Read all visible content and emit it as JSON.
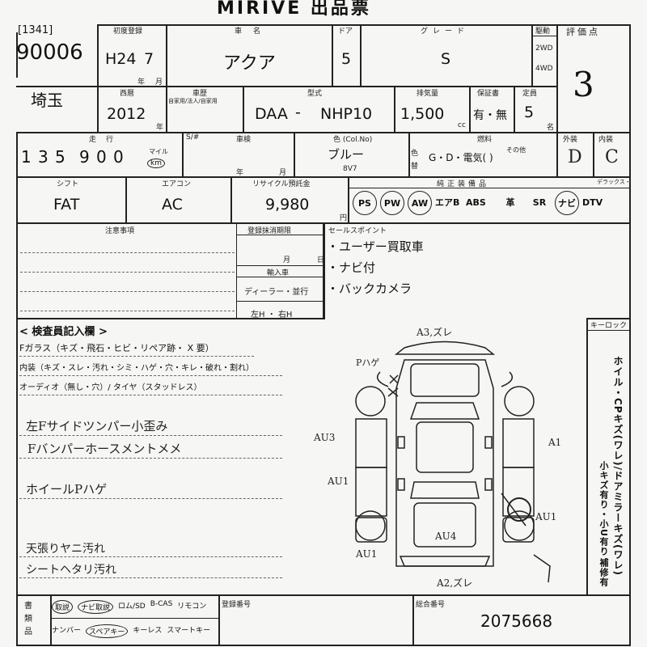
{
  "header": {
    "title": "MIRIVE 出品票"
  },
  "lot": {
    "code": "[1341]",
    "number": "90006",
    "location": "埼玉"
  },
  "labels": {
    "first_reg": "初度登録",
    "year": "年",
    "month": "月",
    "model_name": "車名",
    "doors": "ドア",
    "grade": "グレード",
    "drive": "駆動",
    "drive_2wd": "2WD",
    "drive_4wd": "4WD",
    "score": "評価点",
    "western_year": "西暦",
    "western_year_unit": "年",
    "vehicle_class": "車歴",
    "vehicle_class_sub": "自家用/法人/自家用",
    "model_code": "型式",
    "displacement": "排気量",
    "cc": "cc",
    "warranty": "保証書",
    "capacity": "定員",
    "persons": "名",
    "mileage": "走行",
    "mile_unit": "マイル",
    "km_unit": "km",
    "s_no": "S/#",
    "inspection": "車検",
    "inspection_year": "年",
    "inspection_month": "月",
    "color": "色 (Col.No)",
    "color_swap": "色替",
    "fuel": "燃料",
    "fuel_other": "その他",
    "exterior": "外装",
    "interior": "内装",
    "shift": "シフト",
    "aircon": "エアコン",
    "recycle": "リサイクル預託金",
    "yen": "円",
    "equipment": "純正装備品",
    "deluxe": "デラックス・",
    "notes": "注意事項",
    "reg_due": "登録抹消期限",
    "due_month": "月",
    "due_day": "日",
    "import": "輸入車",
    "dealer": "ディーラー・並行",
    "handle": "左H ・ 右H",
    "sales_point": "セールスポイント",
    "inspector": "< 検査員記入欄 >",
    "keylock": "キーロック",
    "doc_label": "書 類 品",
    "reg_no": "登録番号",
    "composite_no": "総合番号"
  },
  "vehicle": {
    "reg_era": "H24",
    "reg_month": "7",
    "name": "アクア",
    "doors": "5",
    "grade": "S",
    "western_year": "2012",
    "model_prefix": "DAA",
    "model_code": "NHP10",
    "displacement": "1,500",
    "warranty": "有・無",
    "capacity": "5",
    "mileage_digits": [
      "1",
      "3",
      "5",
      "9",
      "0",
      "0"
    ],
    "color": "ブルー",
    "color_no": "8V7",
    "fuel": "G・D・電気(          )",
    "score": "3",
    "ext_grade": "D",
    "int_grade": "C",
    "shift": "FAT",
    "aircon": "AC",
    "recycle": "9,980"
  },
  "equipment": {
    "items": [
      {
        "label": "PS",
        "circled": true
      },
      {
        "label": "PW",
        "circled": true
      },
      {
        "label": "AW",
        "circled": true
      },
      {
        "label": "エアB",
        "circled": false
      },
      {
        "label": "ABS",
        "circled": false
      },
      {
        "label": "革",
        "circled": false
      },
      {
        "label": "SR",
        "circled": false
      },
      {
        "label": "ナビ",
        "circled": true
      },
      {
        "label": "DTV",
        "circled": false
      }
    ]
  },
  "sales_points": [
    "・ユーザー買取車",
    "・ナビ付",
    "・バックカメラ"
  ],
  "inspector_lines": [
    "Fガラス（キズ・飛石・ヒビ・リペア跡・ X 要）",
    "内装（キズ・スレ・汚れ・シミ・ハゲ・穴・キレ・破れ・割れ）",
    "オーディオ（無し・穴）/ タイヤ（スタッドレス）"
  ],
  "handwritten_notes": [
    "左Fサイドツンパー小歪み",
    "Fバンパーホースメントメメ",
    "ホイールPハゲ",
    "天張りヤニ汚れ",
    "シートヘタリ汚れ"
  ],
  "diagram": {
    "marks": [
      "A3,ズレ",
      "Pハゲ",
      "AU3",
      "A1",
      "AU1",
      "AU1",
      "AU4",
      "AU1",
      "A2,ズレ"
    ],
    "side_text": "ホイル・CPキズ(ワレ)/ドアミラーキズ(ワレ)",
    "side_text2": "小キズ有り・小U有り",
    "side_text3": "補修有"
  },
  "docs": {
    "row1": [
      "取説",
      "ナビ取説",
      "ロム/SD",
      "B-CAS",
      "リモコン"
    ],
    "row2": [
      "ナンバー",
      "スペアキー",
      "キーレス",
      "スマートキー"
    ]
  },
  "composite_no": "2075668"
}
